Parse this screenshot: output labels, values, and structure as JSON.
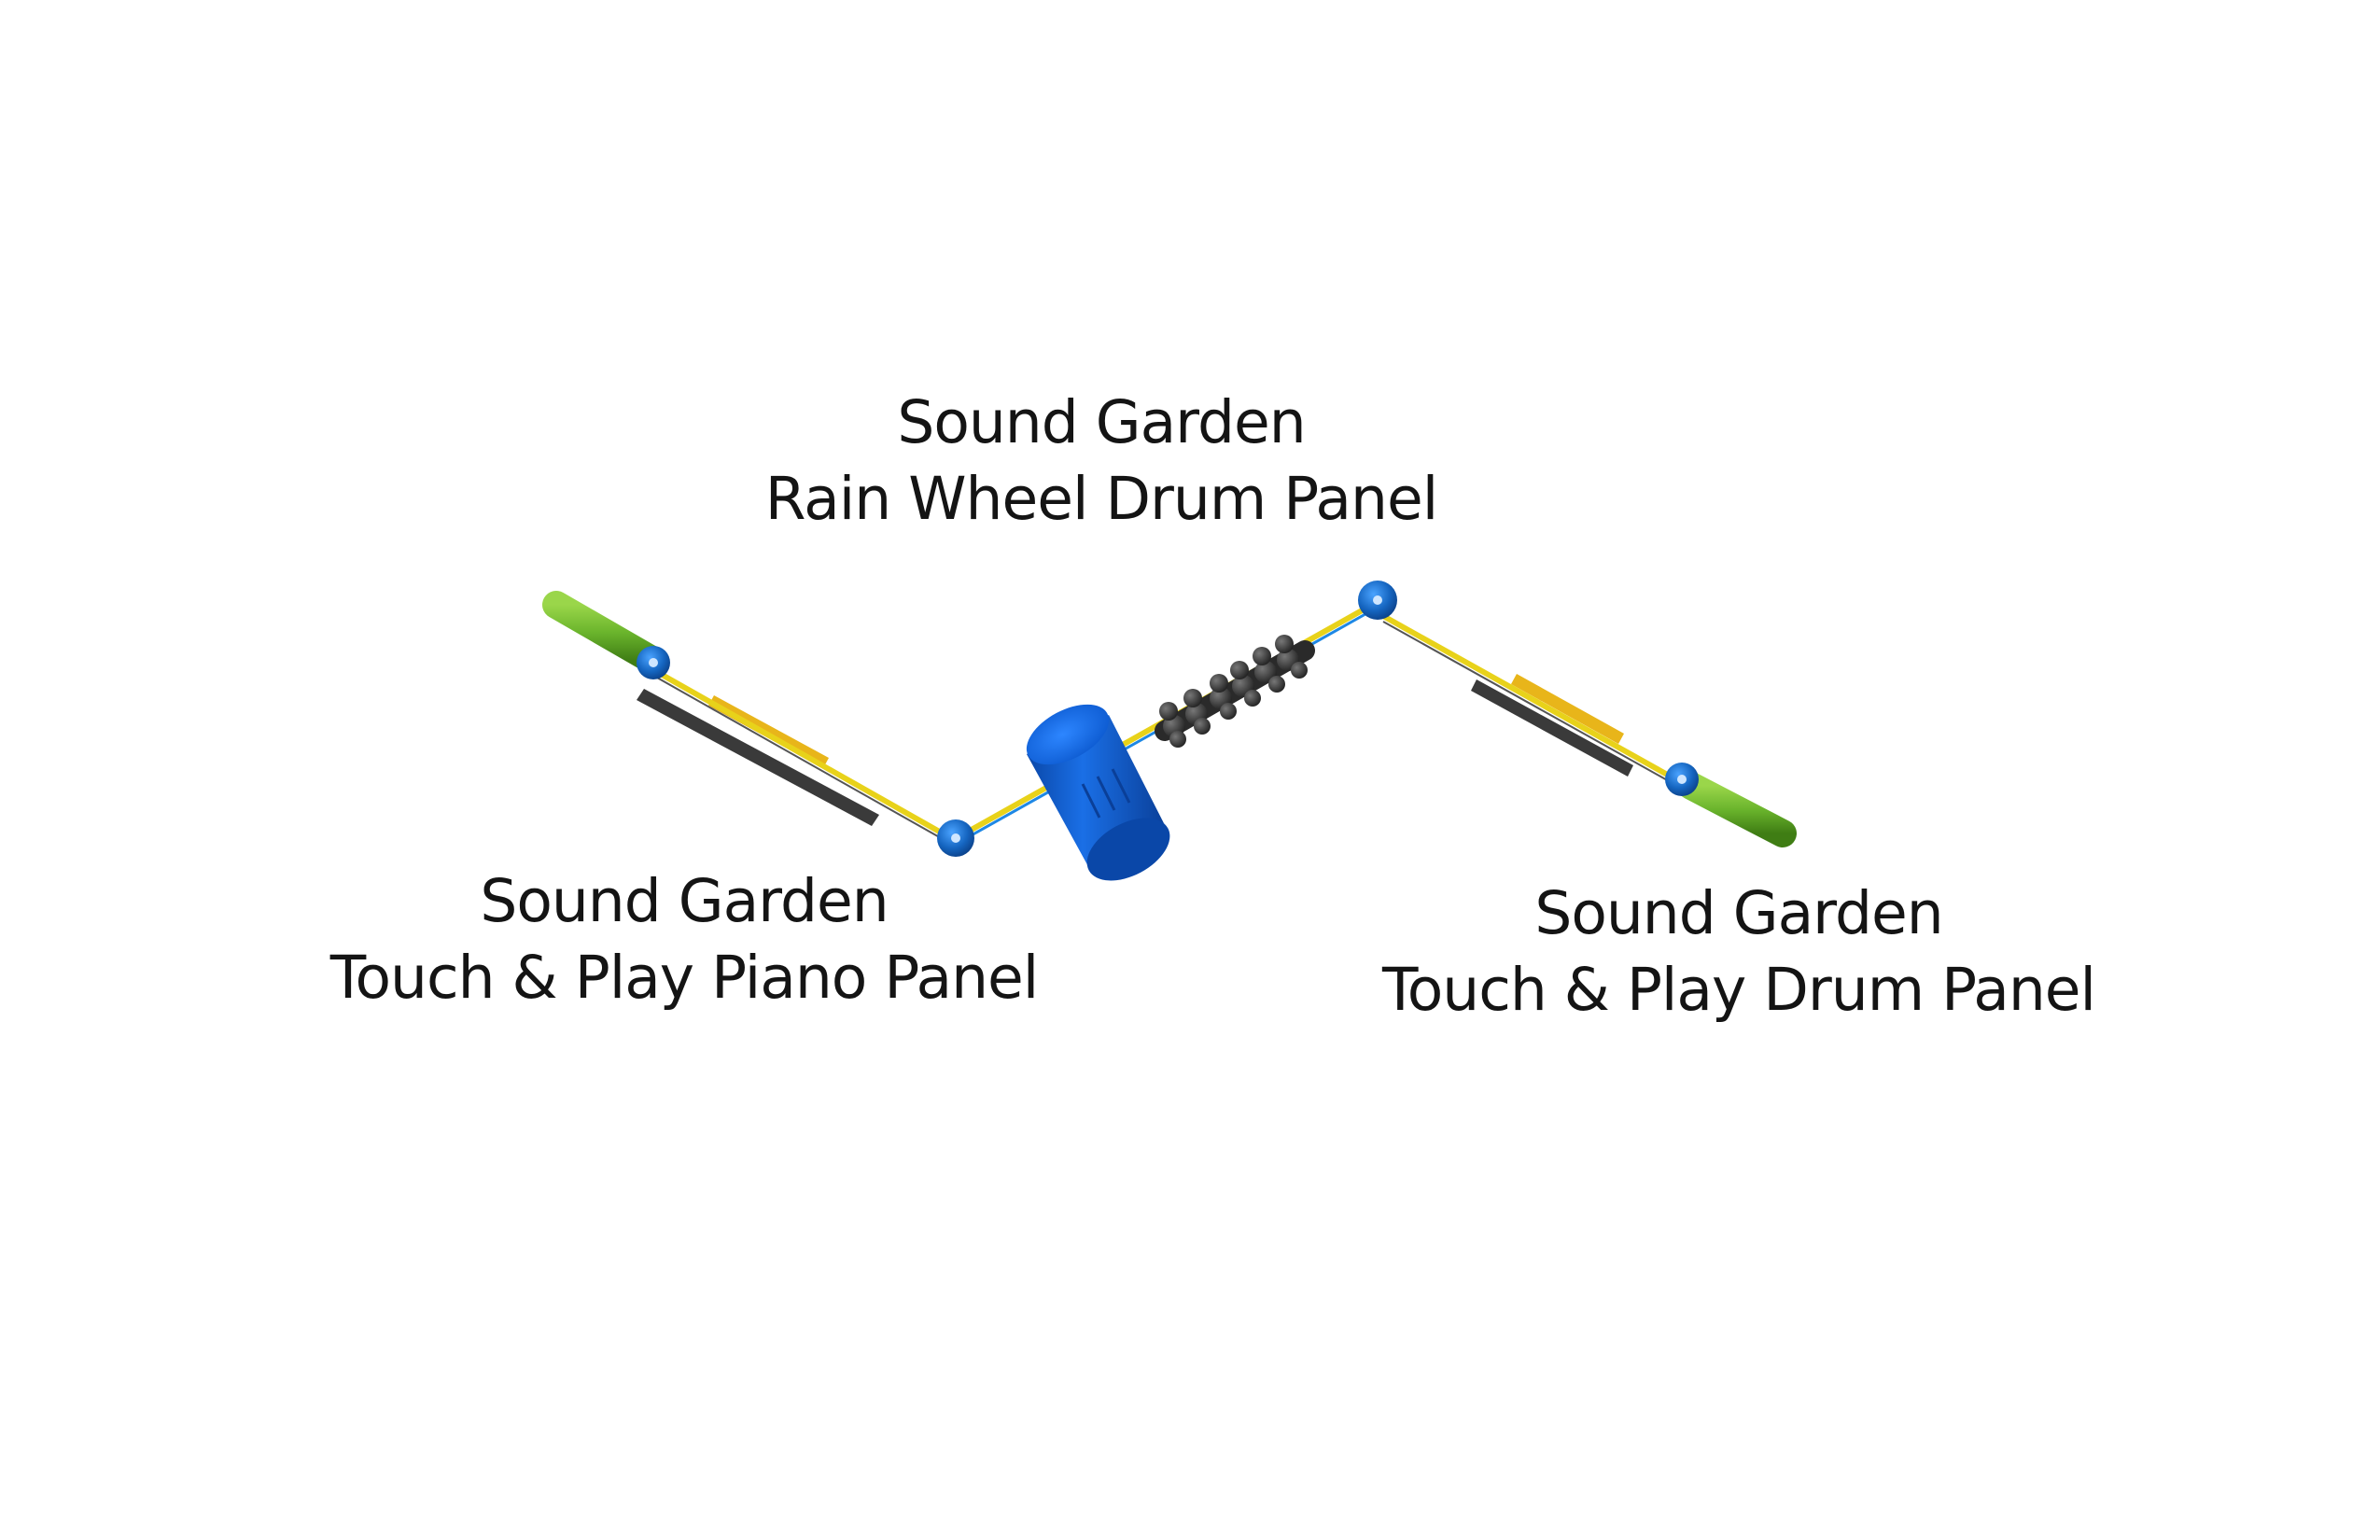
{
  "labels": {
    "rain_wheel": {
      "line1": "Sound Garden",
      "line2": "Rain Wheel Drum Panel"
    },
    "piano": {
      "line1": "Sound Garden",
      "line2": "Touch & Play Piano Panel"
    },
    "drum": {
      "line1": "Sound Garden",
      "line2": "Touch & Play Drum Panel"
    }
  },
  "colors": {
    "background": "#ffffff",
    "text": "#141414",
    "post_blue": "#1565c0",
    "post_cap_blue": "#1e88e5",
    "tube_green": "#6ab42c",
    "panel_yellow": "#e8d21a",
    "panel_dark": "#3a3a3a",
    "drum_blue": "#0d5bd1",
    "rain_wheel_dark": "#333333"
  },
  "icons": {
    "post": "blue-post-icon",
    "tube": "green-tube-icon",
    "drum": "blue-drum-icon",
    "rain_wheel": "rain-wheel-icon"
  }
}
